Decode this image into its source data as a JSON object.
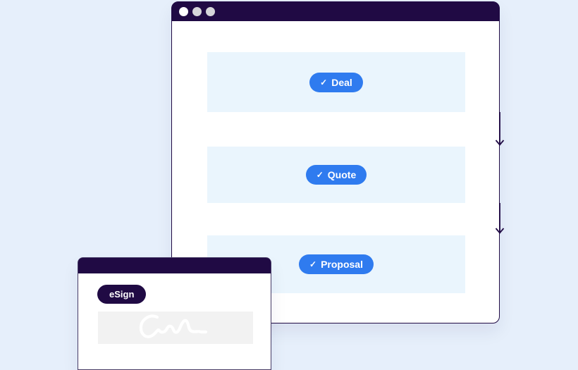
{
  "page": {
    "background_color": "#E6EFFB"
  },
  "browser_window": {
    "titlebar_color": "#200A44",
    "window_controls": [
      "dot-white",
      "dot-gray",
      "dot-gray"
    ],
    "row_background_color": "#EAF5FD",
    "accent_blue": "#2F7BEF",
    "check_icon": "✓",
    "flow": {
      "connector": "arrow-down",
      "steps": [
        {
          "label": "Deal"
        },
        {
          "label": "Quote"
        },
        {
          "label": "Proposal"
        }
      ]
    }
  },
  "esign_window": {
    "titlebar_color": "#200A44",
    "badge_label": "eSign",
    "signature_area": "signature-scribble"
  }
}
